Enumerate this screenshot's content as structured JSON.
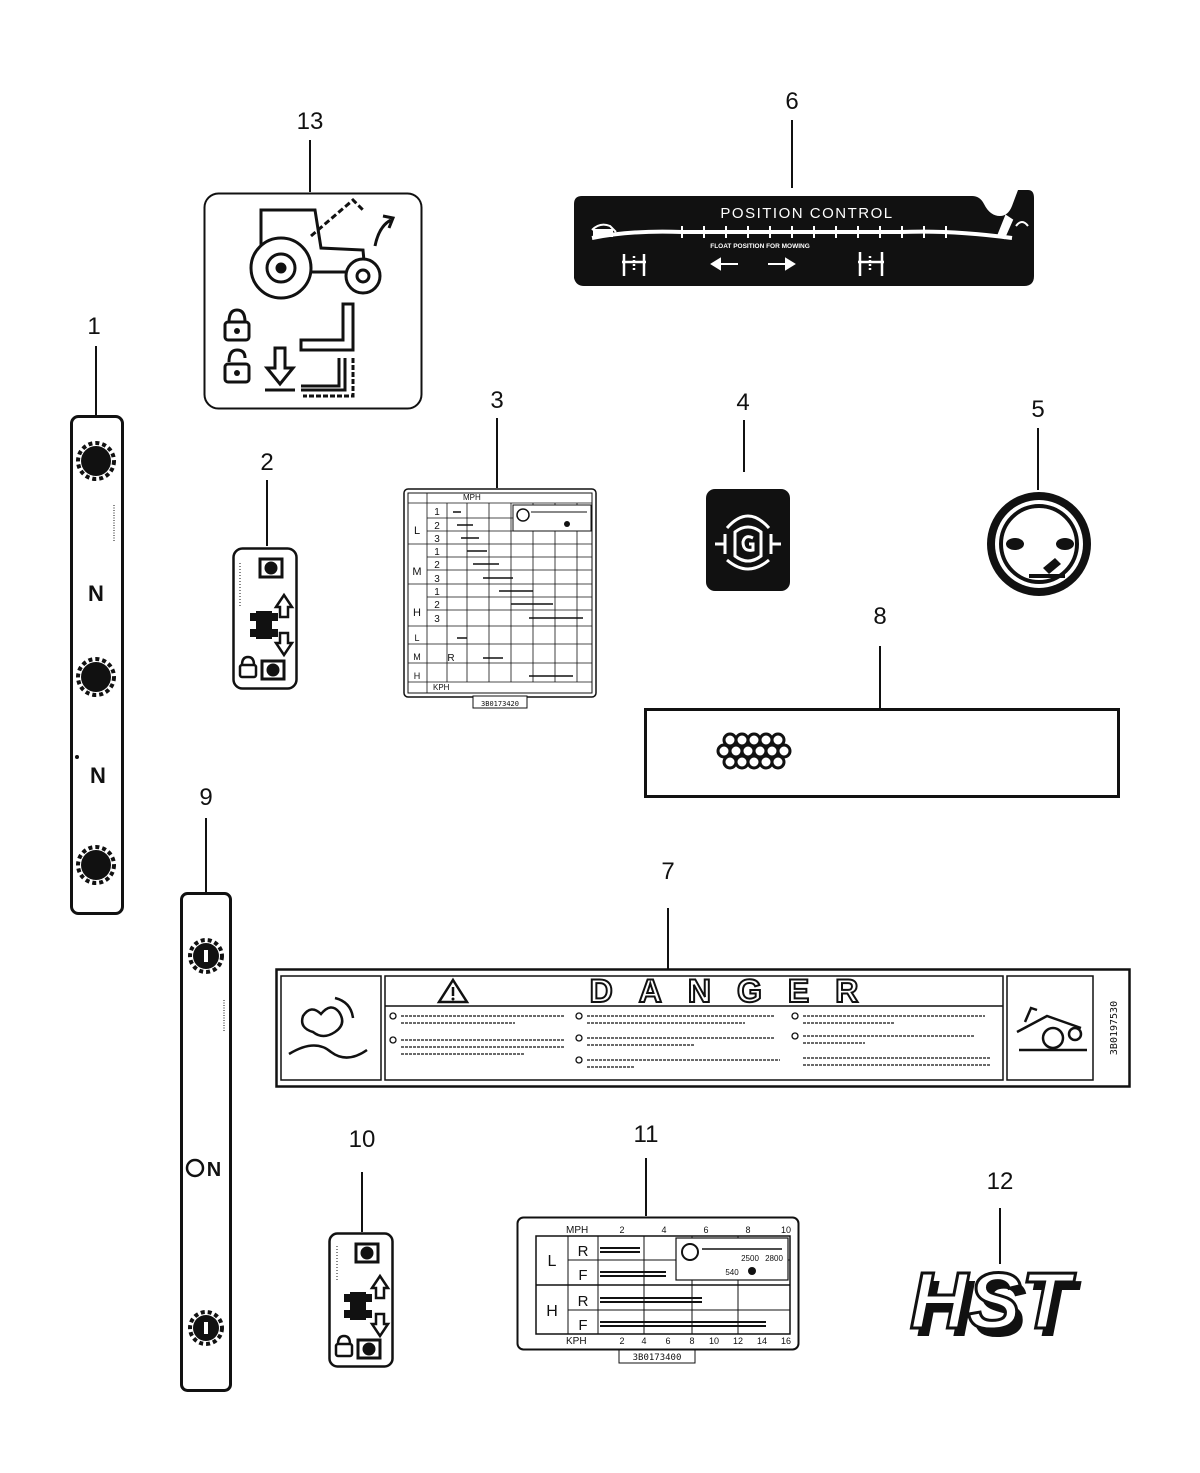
{
  "callouts": {
    "c1": "1",
    "c2": "2",
    "c3": "3",
    "c4": "4",
    "c5": "5",
    "c6": "6",
    "c7": "7",
    "c8": "8",
    "c9": "9",
    "c10": "10",
    "c11": "11",
    "c12": "12",
    "c13": "13"
  },
  "decal_1": {
    "mark_a": "N",
    "mark_b": "N"
  },
  "decal_9": {
    "mark": "N"
  },
  "decal_6": {
    "title": "POSITION CONTROL",
    "subtitle": "FLOAT POSITION FOR MOWING"
  },
  "decal_7": {
    "title": "DANGER",
    "part_no": "3B0197530"
  },
  "decal_3": {
    "header_mph": "MPH",
    "footer_kph": "KPH",
    "ranges": [
      "L",
      "M",
      "H"
    ],
    "gears": [
      "1",
      "2",
      "3"
    ],
    "reverse_label": "R",
    "part_no": "3B0173420"
  },
  "decal_11": {
    "header_mph": "MPH",
    "footer_kph": "KPH",
    "mph_ticks": [
      "2",
      "4",
      "6",
      "8",
      "10"
    ],
    "kph_ticks": [
      "2",
      "4",
      "6",
      "8",
      "10",
      "12",
      "14",
      "16"
    ],
    "ranges": [
      "L",
      "H"
    ],
    "dirs": [
      "R",
      "F"
    ],
    "rpm_a": "2500",
    "rpm_b": "2800",
    "pto": "540",
    "part_no": "3B0173400"
  },
  "decal_12": {
    "text": "HST"
  }
}
